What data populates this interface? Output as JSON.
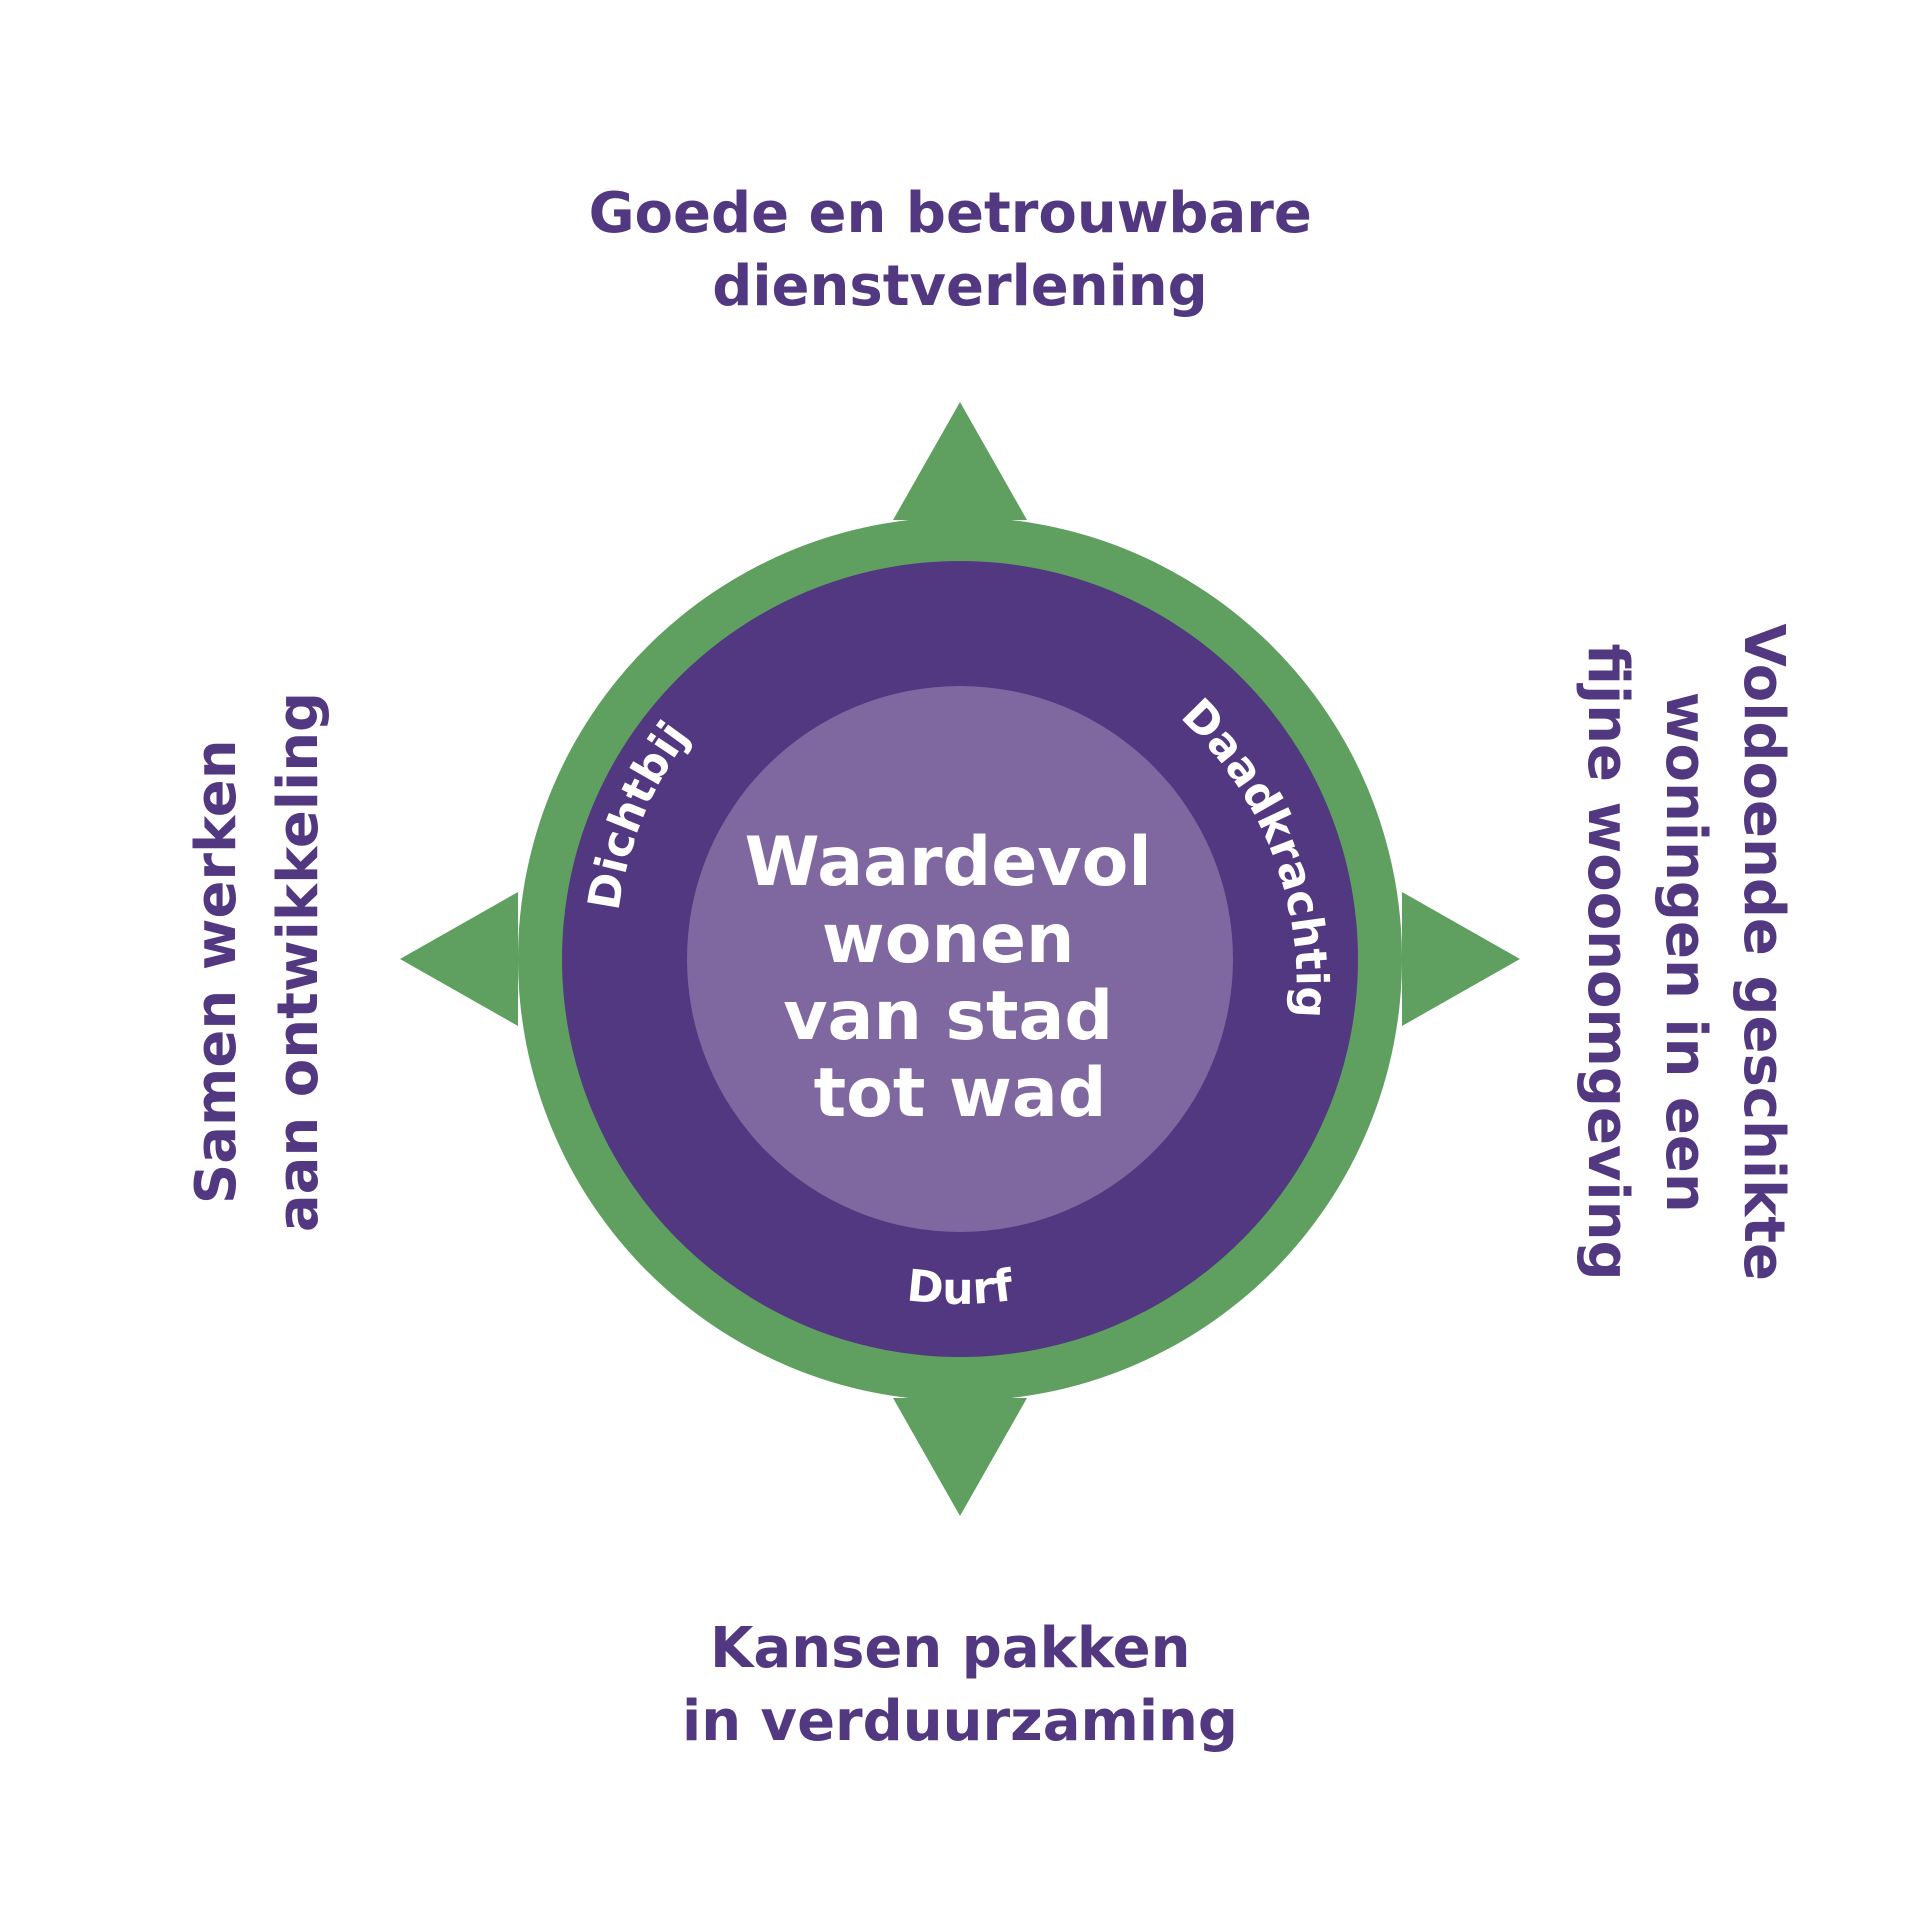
{
  "colors": {
    "compass_green": "#5fa060",
    "ring_purple": "#523880",
    "center_purple": "#7f67a0",
    "goal_text": "#523880",
    "ring_text": "#ffffff"
  },
  "goals": {
    "top": [
      "Goede en betrouwbare",
      "dienstverlening"
    ],
    "bottom": [
      "Kansen pakken",
      "in verduurzaming"
    ],
    "left": [
      "Samen werken",
      "aan ontwikkeling"
    ],
    "right": [
      "Voldoende geschikte",
      "woningen in een",
      "fijne woonomgeving"
    ]
  },
  "values": {
    "left": "Dichtbij",
    "right": "Daadkrachtig",
    "bottom": "Durf"
  },
  "center": [
    "Waardevol",
    "wonen",
    "van stad",
    "tot wad"
  ]
}
